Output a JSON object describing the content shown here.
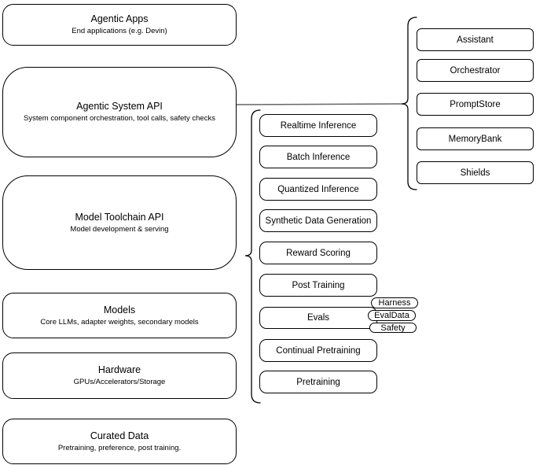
{
  "diagram": {
    "left_column": [
      {
        "title": "Agentic Apps",
        "subtitle": "End applications (e.g. Devin)"
      },
      {
        "title": "Agentic System API",
        "subtitle": "System component orchestration, tool calls, safety checks"
      },
      {
        "title": "Model Toolchain API",
        "subtitle": "Model development & serving"
      },
      {
        "title": "Models",
        "subtitle": "Core LLMs, adapter weights, secondary models"
      },
      {
        "title": "Hardware",
        "subtitle": "GPUs/Accelerators/Storage"
      },
      {
        "title": "Curated Data",
        "subtitle": "Pretraining, preference, post training."
      }
    ],
    "toolchain_components": [
      "Realtime Inference",
      "Batch Inference",
      "Quantized Inference",
      "Synthetic Data Generation",
      "Reward Scoring",
      "Post Training",
      "Evals",
      "Continual Pretraining",
      "Pretraining"
    ],
    "eval_tags": [
      "Harness",
      "EvalData",
      "Safety"
    ],
    "system_components": [
      "Assistant",
      "Orchestrator",
      "PromptStore",
      "MemoryBank",
      "Shields"
    ],
    "colors": {
      "box_stroke": "#000000",
      "box_fill": "#ffffff",
      "connector": "#666666",
      "background": "#ffffff",
      "text": "#000000"
    }
  }
}
